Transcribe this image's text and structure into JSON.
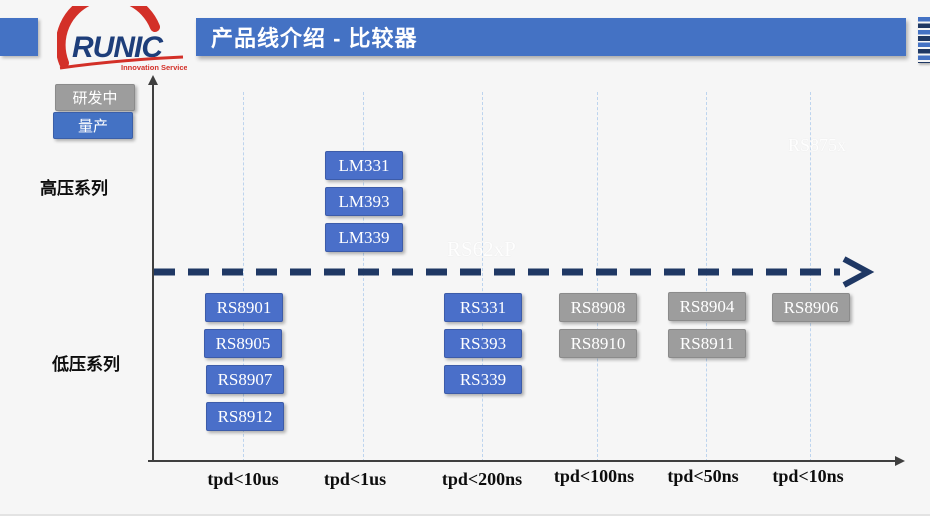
{
  "slide": {
    "logo": {
      "brand": "RUNIC",
      "tagline": "Innovation Service"
    },
    "title": "产品线介绍 - 比较器"
  },
  "legend": [
    {
      "label": "研发中",
      "status": "in-development",
      "color": "#9d9d9d"
    },
    {
      "label": "量产",
      "status": "mass-production",
      "color": "#4472c4"
    }
  ],
  "colors": {
    "title_bar": "#4472c4",
    "mass_production_chip": "#4a6fc9",
    "in_development_chip": "#9d9d9d",
    "divider_arrow": "#1f3864",
    "logo_red": "#d33028",
    "logo_navy": "#1e3e7a"
  },
  "watermarks": [
    {
      "text": "RS62xP"
    },
    {
      "text": "RS875x"
    }
  ],
  "chart_data": {
    "type": "product-roadmap",
    "x_axis": {
      "categories": [
        "tpd<10us",
        "tpd<1us",
        "tpd<200ns",
        "tpd<100ns",
        "tpd<50ns",
        "tpd<10ns"
      ]
    },
    "y_bands": [
      "高压系列",
      "低压系列"
    ],
    "products": [
      {
        "label": "LM331",
        "band": "高压系列",
        "column": "tpd<1us",
        "status": "量产"
      },
      {
        "label": "LM393",
        "band": "高压系列",
        "column": "tpd<1us",
        "status": "量产"
      },
      {
        "label": "LM339",
        "band": "高压系列",
        "column": "tpd<1us",
        "status": "量产"
      },
      {
        "label": "RS8901",
        "band": "低压系列",
        "column": "tpd<10us",
        "status": "量产"
      },
      {
        "label": "RS8905",
        "band": "低压系列",
        "column": "tpd<10us",
        "status": "量产"
      },
      {
        "label": "RS8907",
        "band": "低压系列",
        "column": "tpd<10us",
        "status": "量产"
      },
      {
        "label": "RS8912",
        "band": "低压系列",
        "column": "tpd<10us",
        "status": "量产"
      },
      {
        "label": "RS331",
        "band": "低压系列",
        "column": "tpd<200ns",
        "status": "量产"
      },
      {
        "label": "RS393",
        "band": "低压系列",
        "column": "tpd<200ns",
        "status": "量产"
      },
      {
        "label": "RS339",
        "band": "低压系列",
        "column": "tpd<200ns",
        "status": "量产"
      },
      {
        "label": "RS8908",
        "band": "低压系列",
        "column": "tpd<100ns",
        "status": "研发中"
      },
      {
        "label": "RS8910",
        "band": "低压系列",
        "column": "tpd<100ns",
        "status": "研发中"
      },
      {
        "label": "RS8904",
        "band": "低压系列",
        "column": "tpd<50ns",
        "status": "研发中"
      },
      {
        "label": "RS8911",
        "band": "低压系列",
        "column": "tpd<50ns",
        "status": "研发中"
      },
      {
        "label": "RS8906",
        "band": "低压系列",
        "column": "tpd<10ns",
        "status": "研发中"
      }
    ]
  }
}
